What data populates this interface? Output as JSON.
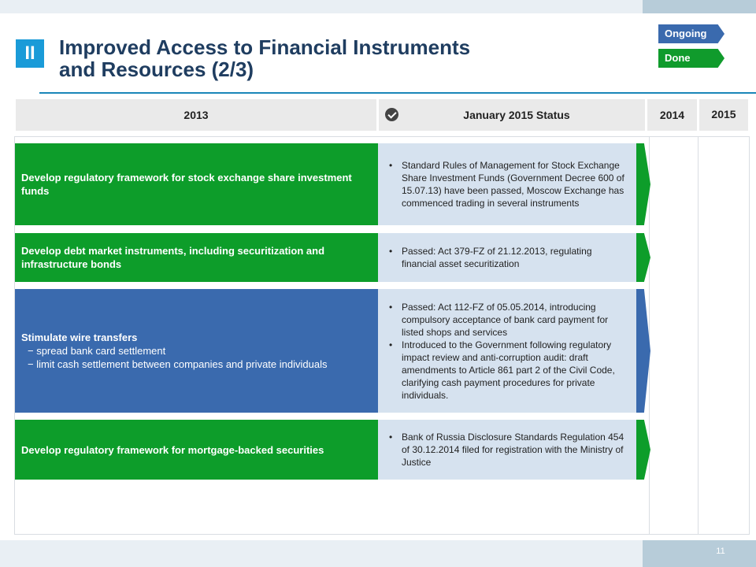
{
  "header": {
    "section_badge": "II",
    "title_line1": "Improved Access to Financial Instruments",
    "title_line2": "and Resources (2/3)"
  },
  "legend": {
    "ongoing": "Ongoing",
    "done": "Done"
  },
  "columns": {
    "c2013": "2013",
    "status": "January 2015 Status",
    "c2014": "2014",
    "c2015": "2015"
  },
  "rows": [
    {
      "state": "done",
      "task": "Develop regulatory framework for stock exchange share investment funds",
      "status": [
        "Standard Rules of Management for Stock Exchange Share Investment Funds (Government Decree 600 of 15.07.13) have been passed, Moscow Exchange has commenced trading in several instruments"
      ]
    },
    {
      "state": "done",
      "task": "Develop debt market instruments, including securitization and infrastructure bonds",
      "status": [
        "Passed: Act 379-FZ of 21.12.2013, regulating financial asset securitization"
      ]
    },
    {
      "state": "ongoing",
      "task": "Stimulate wire transfers",
      "sub_items": [
        "− spread bank card settlement",
        "− limit cash settlement between companies and private individuals"
      ],
      "status": [
        "Passed: Act 112-FZ of 05.05.2014, introducing compulsory acceptance of bank card payment for listed shops and services",
        "Introduced to the Government following regulatory impact review and anti-corruption audit: draft amendments to Article 861 part 2 of the Civil Code, clarifying cash payment procedures for private individuals."
      ]
    },
    {
      "state": "done",
      "task": "Develop regulatory framework for mortgage-backed securities",
      "status": [
        "Bank of Russia Disclosure Standards Regulation 454 of 30.12.2014 filed for registration with the Ministry of Justice"
      ]
    }
  ],
  "colors": {
    "done": "#0d9d2a",
    "ongoing": "#3a6aae",
    "status_bg": "#d6e2ef",
    "title": "#1f3d60",
    "accent": "#1a9bd8"
  },
  "footer": {
    "page_number": "11"
  }
}
